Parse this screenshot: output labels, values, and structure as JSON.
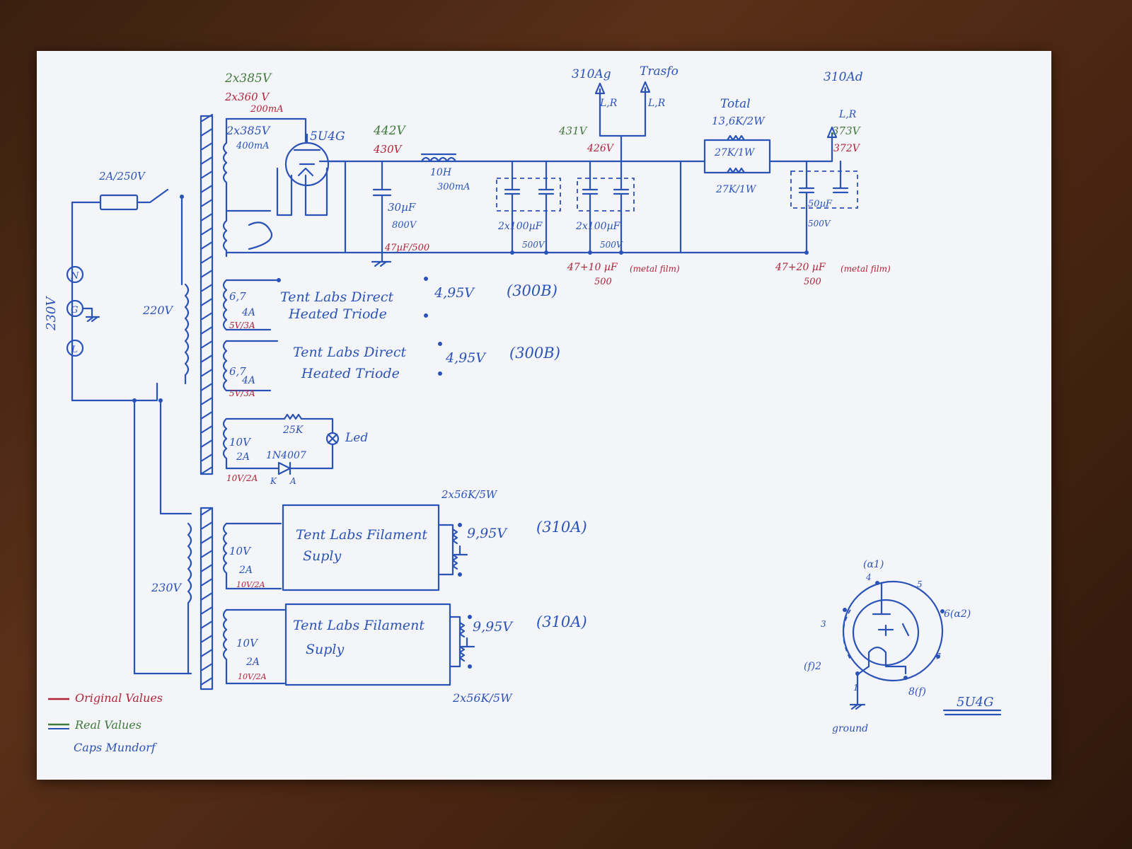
{
  "top": {
    "v385_real": "2x385V",
    "v360_orig": "2x360 V",
    "ma200_orig": "200mA",
    "v385_blue": "2x385V",
    "ma400": "400mA",
    "rect_tube": "5U4G",
    "v442_real": "442V",
    "v430_orig": "430V",
    "choke": "10H",
    "choke_current": "300mA",
    "cap1": "30µF",
    "cap1_v": "800V",
    "cap1_orig": "47µF/500",
    "v431_real": "431V",
    "v426_orig": "426V",
    "out_310ag": "310Ag",
    "out_trasfo": "Trasfo",
    "lr1": "L,R",
    "lr2": "L,R",
    "total": "Total",
    "total_r": "13,6K/2W",
    "r27a": "27K/1W",
    "r27b": "27K/1W",
    "out_310ad": "310Ad",
    "lr3": "L,R",
    "v373_real": "373V",
    "v372_orig": "372V",
    "cap2": "2x100µF",
    "cap2_v": "500V",
    "cap3": "2x100µF",
    "cap3_v": "500V",
    "cap3_orig": "47+10 µF",
    "cap3_orig_v": "500",
    "cap3_orig_note": "(metal film)",
    "cap4": "50µF",
    "cap4_v": "500V",
    "cap4_orig": "47+20 µF",
    "cap4_orig_v": "500",
    "cap4_orig_note": "(metal film)"
  },
  "mains": {
    "fuse": "2A/250V",
    "v230": "230V",
    "n": "N",
    "g": "G",
    "l": "L",
    "v220": "220V",
    "v230b": "230V"
  },
  "heaters": {
    "h1_v": "6,7",
    "h1_a": "4A",
    "h1_orig": "5V/3A",
    "h1_l1": "Tent Labs Direct",
    "h1_l2": "Heated Triode",
    "h1_out": "4,95V",
    "h1_tube": "(300B)",
    "h2_v": "6,7",
    "h2_a": "4A",
    "h2_orig": "5V/3A",
    "h2_l1": "Tent Labs Direct",
    "h2_l2": "Heated Triode",
    "h2_out": "4,95V",
    "h2_tube": "(300B)",
    "led_v": "10V",
    "led_a": "2A",
    "led_orig": "10V/2A",
    "led_r": "25K",
    "led_d": "1N4007",
    "led_k": "K",
    "led_ka": "A",
    "led": "Led"
  },
  "filament": {
    "f1_r": "2x56K/5W",
    "f1_v": "10V",
    "f1_a": "2A",
    "f1_orig": "10V/2A",
    "f1_l1": "Tent Labs Filament",
    "f1_l2": "Suply",
    "f1_out": "9,95V",
    "f1_tube": "(310A)",
    "f2_v": "10V",
    "f2_a": "2A",
    "f2_orig": "10V/2A",
    "f2_l1": "Tent Labs Filament",
    "f2_l2": "Suply",
    "f2_out": "9,95V",
    "f2_tube": "(310A)",
    "f2_r": "2x56K/5W"
  },
  "pinout": {
    "a1": "(α1)",
    "p4": "4",
    "p5": "5",
    "p6": "6(α2)",
    "p3": "3",
    "p7": "7",
    "p2": "(f)2",
    "p8": "8(f)",
    "p1": "1",
    "ground": "ground",
    "title": "5U4G"
  },
  "legend": {
    "original": "Original Values",
    "real": "Real Values",
    "caps": "Caps Mundorf",
    "red": "#b02438",
    "green": "#3f7a3a"
  }
}
